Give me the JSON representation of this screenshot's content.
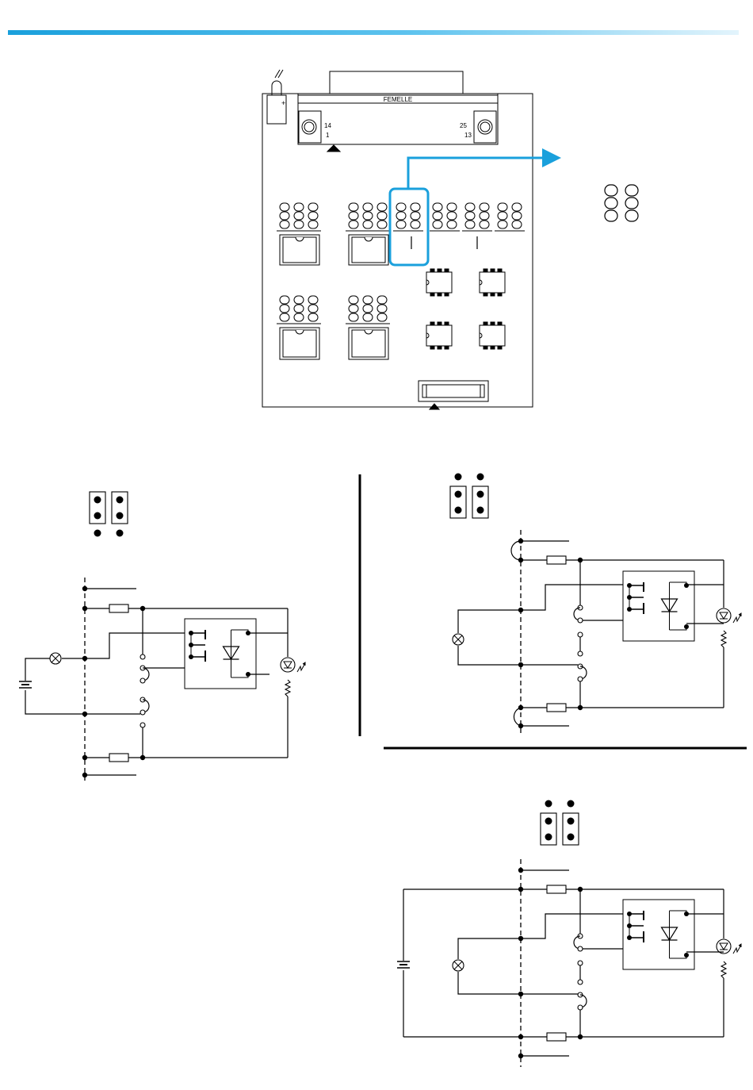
{
  "header": {
    "accent_color": "#1aa0dc"
  },
  "board": {
    "connector_label": "FEMELLE",
    "pin_labels": {
      "top_left": "14",
      "bottom_left": "1",
      "top_right": "25",
      "bottom_right": "13"
    },
    "led_polarity": "+",
    "highlight_color": "#1aa0dc"
  },
  "diagrams": [
    {
      "id": "bottom-left",
      "jumper_setting": "lower pins bridged"
    },
    {
      "id": "top-right",
      "jumper_setting": "upper pins bridged"
    },
    {
      "id": "bottom-right",
      "jumper_setting": "upper pins bridged, external supply"
    }
  ],
  "icons": [
    "lamp-icon",
    "battery-icon",
    "led-icon",
    "resistor-icon",
    "optocoupler-icon",
    "jumper-icon",
    "arrow-right-icon"
  ]
}
